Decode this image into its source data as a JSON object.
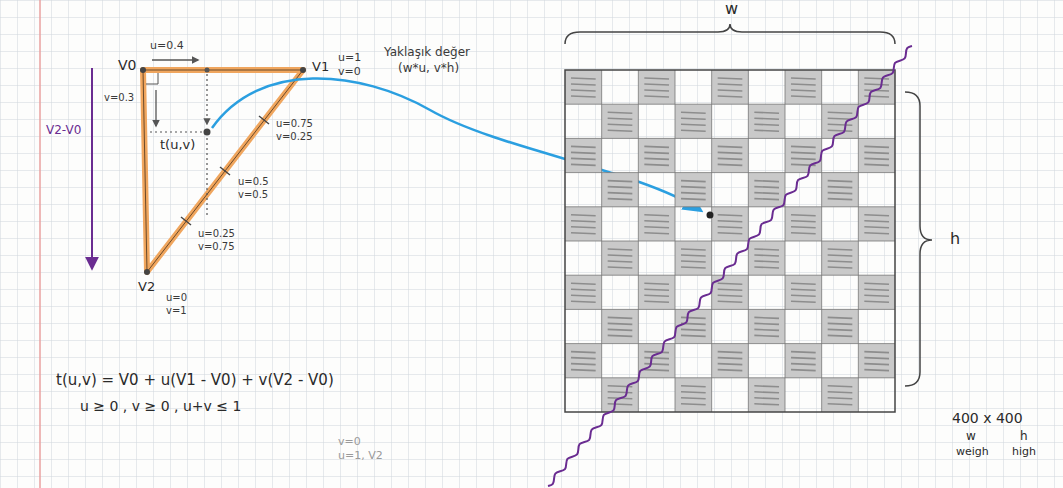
{
  "diagram": {
    "labels": [
      "u=0.4",
      "V0",
      "V1",
      "u=1",
      "v=0",
      "v=0.3",
      "t(u,v)",
      "u=0.75",
      "v=0.25",
      "u=0.5",
      "v=0.5",
      "u=0.25",
      "v=0.75",
      "V2",
      "u=0",
      "v=1",
      "V2-V0",
      "Yaklaşık değer",
      "(w*u, v*h)",
      "w",
      "h",
      "t(u,v) = V0 + u(V1 - V0) + v(V2 - V0)",
      "u ≥ 0 , v ≥ 0 , u+v ≤ 1",
      "v=0",
      "u=1, V2",
      "400 x 400",
      "w",
      "h",
      "weigh",
      "high"
    ]
  }
}
